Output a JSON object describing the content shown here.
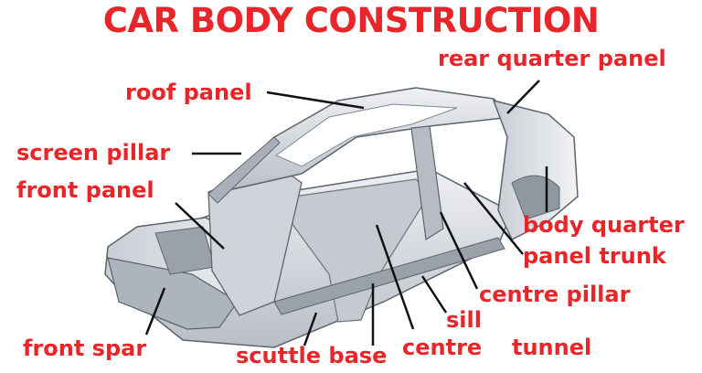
{
  "colors": {
    "label": "#e8262a",
    "leader": "#111111",
    "body_fill": "#d9dde3",
    "body_shade": "#b4bac3",
    "body_dark": "#7f8792",
    "body_edge": "#5d646e"
  },
  "title": "CAR BODY CONSTRUCTION",
  "labels": {
    "rear_quarter_panel": "rear quarter panel",
    "roof_panel": "roof panel",
    "screen_pillar": "screen pillar",
    "front_panel": "front  panel",
    "body_quarter": "body quarter",
    "panel_trunk": "panel trunk",
    "centre_pillar": "centre pillar",
    "sill": "sill",
    "front_spar": "front  spar",
    "scuttle_base": "scuttle base",
    "centre": "centre",
    "tunnel": "tunnel"
  }
}
